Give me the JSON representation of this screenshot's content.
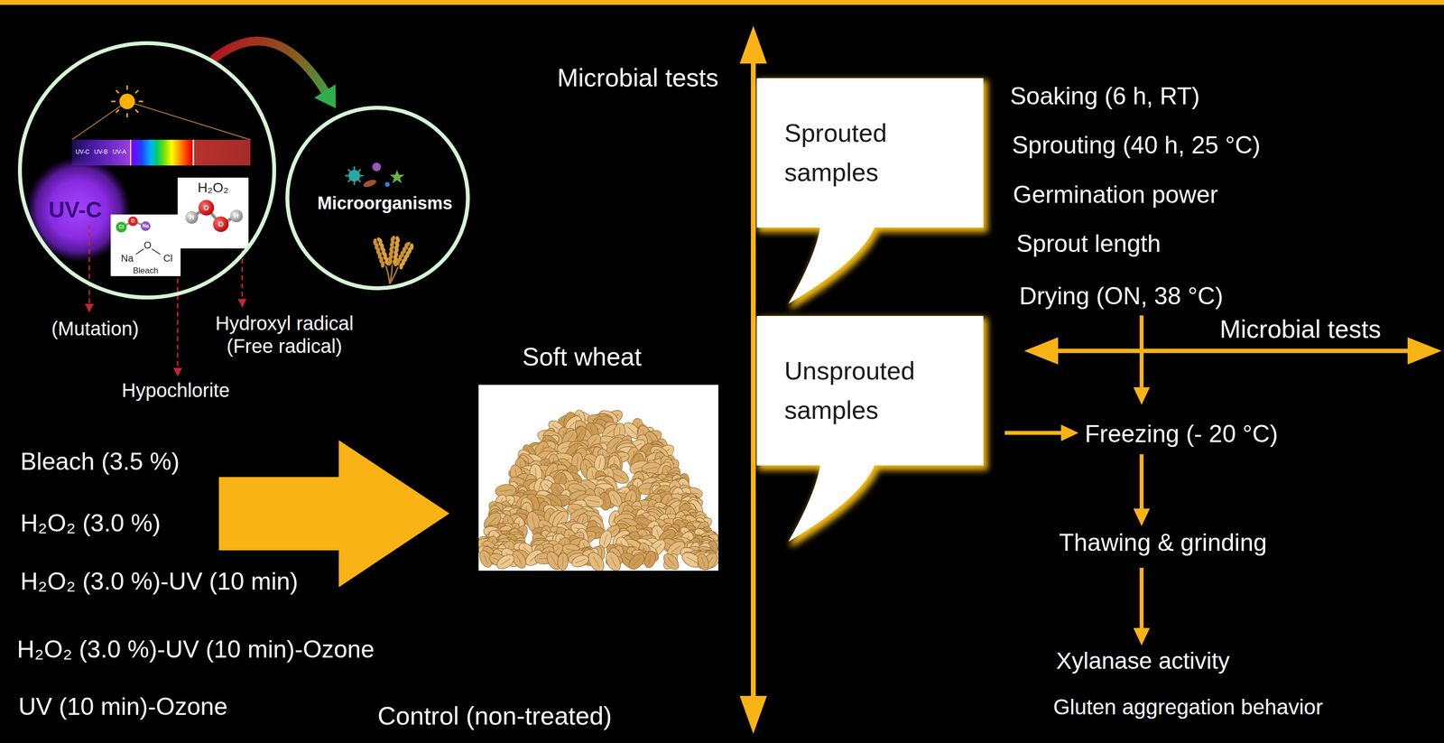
{
  "diagram": {
    "nodes": [
      {
        "text": [
          "UV-C"
        ]
      },
      {
        "text": [
          "H₂O₂"
        ],
        "in": 0
      },
      {
        "text": [
          "Bleach"
        ],
        "in": 0
      },
      {
        "text": [
          "Microorganisms"
        ]
      },
      {
        "text": [
          "Soft wheat"
        ]
      },
      {
        "text": [
          "Sprouted samples"
        ]
      },
      {
        "text": [
          "Unsprouted samples"
        ]
      }
    ],
    "edges": [
      {
        "from": 0,
        "to": 3,
        "arrow": "to"
      }
    ],
    "labels": [
      "UV-C",
      "UV-B",
      "UV-A",
      "H",
      "O",
      "O",
      "H",
      "Cl",
      "O",
      "Na",
      "Na",
      "O",
      "Cl",
      "Microbial tests",
      "Soaking (6 h, RT)",
      "Sprouting (40 h, 25 °C)",
      "Germination power",
      "Sprout length",
      "Drying (ON, 38 °C)",
      "(Mutation)",
      "Hydroxyl radical (Free radical)",
      "Microbial tests",
      "Hypochlorite",
      "Freezing (- 20 °C)",
      "Bleach (3.5 %)",
      "H₂O₂ (3.0 %)",
      "Thawing & grinding",
      "H₂O₂ (3.0 %)-UV (10 min)",
      "H₂O₂ (3.0 %)-UV (10 min)-Ozone",
      "Xylanase activity",
      "UV (10 min)-Ozone",
      "Gluten aggregation behavior",
      "Control (non-treated)"
    ]
  }
}
